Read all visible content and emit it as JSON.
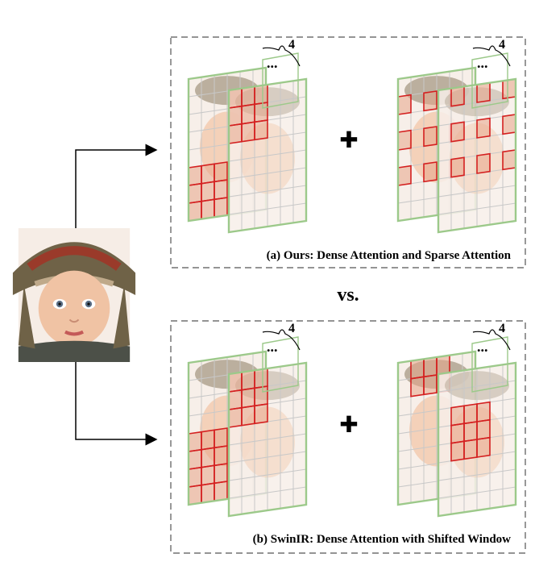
{
  "panels": [
    {
      "id": "a",
      "caption": "(a) Ours: Dense Attention and Sparse Attention",
      "plus_symbol": "✚",
      "left_group": {
        "count_label": "4",
        "ellipsis": "..."
      },
      "right_group": {
        "count_label": "4",
        "ellipsis": "..."
      }
    },
    {
      "id": "b",
      "caption": "(b) SwinIR: Dense Attention with Shifted Window",
      "plus_symbol": "✚",
      "left_group": {
        "count_label": "4",
        "ellipsis": "..."
      },
      "right_group": {
        "count_label": "4",
        "ellipsis": "..."
      }
    }
  ],
  "versus_label": "vs.",
  "colors": {
    "grid_red": "#d42020",
    "grid_green": "#9cc98a",
    "grid_gray": "#c8c8c8",
    "arrow": "#000000",
    "dashed_border": "#555555"
  }
}
